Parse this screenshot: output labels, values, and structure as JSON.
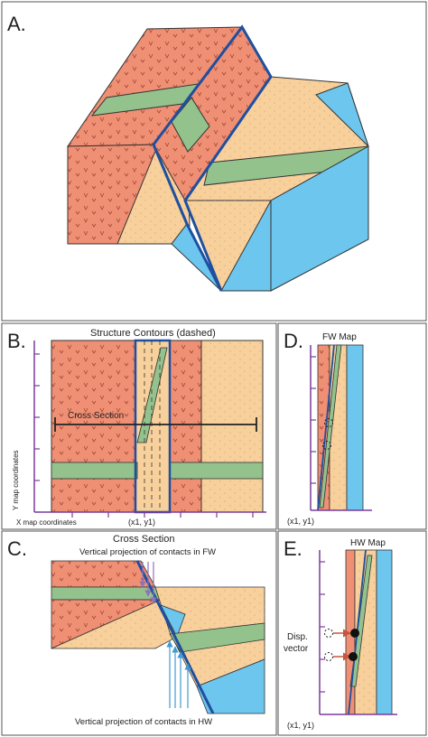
{
  "panels": {
    "a": {
      "label": "A."
    },
    "b": {
      "label": "B.",
      "title": "Structure Contours (dashed)",
      "cross_section_label": "Cross Section",
      "y_axis_label": "Y map coordinates",
      "x_axis_label": "X map coordinates",
      "origin_label": "(x1, y1)"
    },
    "d": {
      "label": "D.",
      "title": "FW Map",
      "origin_label": "(x1, y1)"
    },
    "c": {
      "label": "C.",
      "title": "Cross Section",
      "fw_note": "Vertical projection of contacts in FW",
      "hw_note": "Vertical projection of contacts in HW"
    },
    "e": {
      "label": "E.",
      "title": "HW Map",
      "disp_line1": "Disp.",
      "disp_line2": "vector",
      "origin_label": "(x1, y1)"
    }
  },
  "colors": {
    "salmon": "#ef8f74",
    "tan": "#f8d09c",
    "green": "#93c28d",
    "blue": "#6cc6ee",
    "fault": "#1f4f9f",
    "purple": "#7a3b9a",
    "projection_fw": "#8f72b8",
    "projection_hw": "#3f9ad3",
    "arrow_red": "#c8553d"
  }
}
